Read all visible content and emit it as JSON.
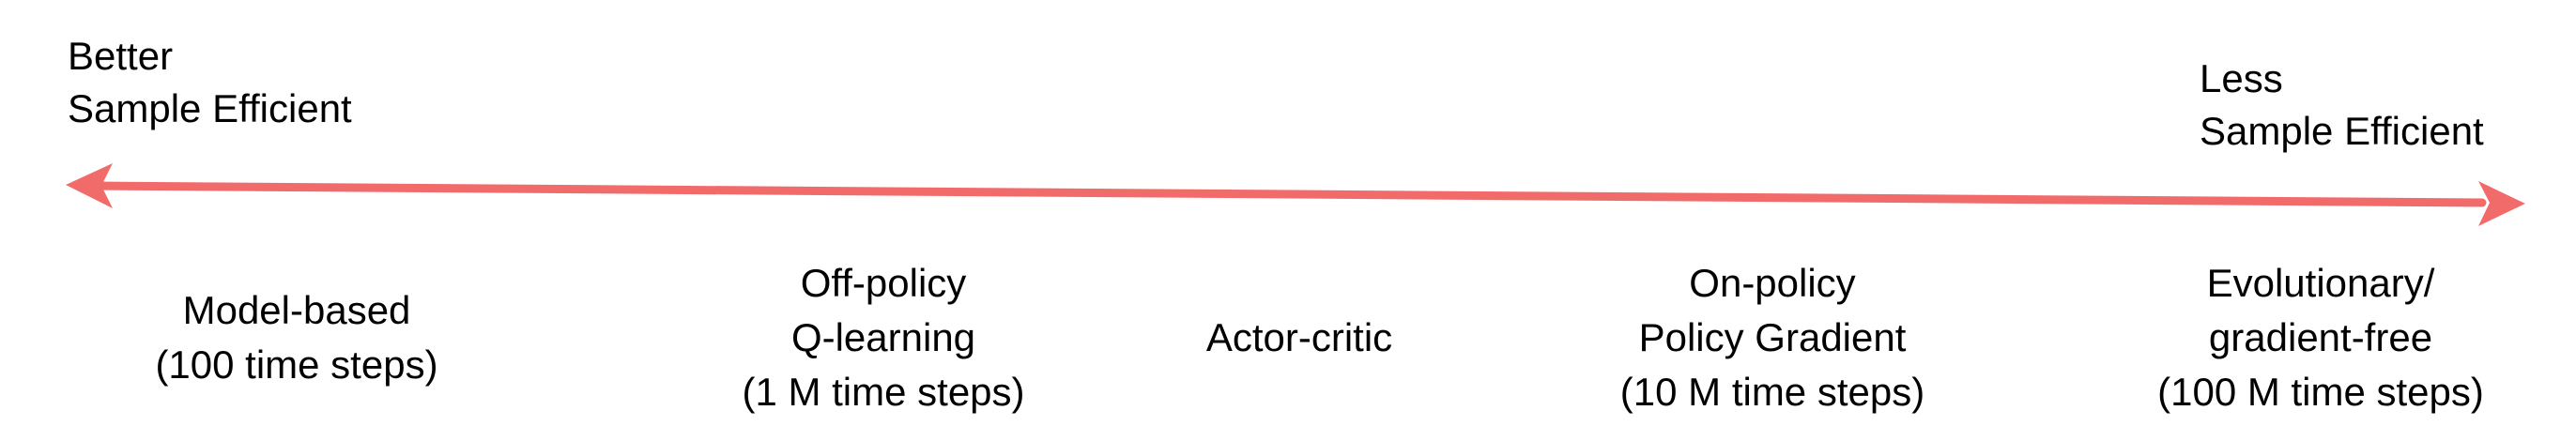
{
  "ends": {
    "left": {
      "line1": "Better",
      "line2": "Sample Efficient"
    },
    "right": {
      "line1": "Less",
      "line2": "Sample Efficient"
    }
  },
  "axis": {
    "color": "#f26b6b"
  },
  "methods": [
    {
      "line1": "Model-based",
      "line2": "(100 time steps)",
      "line3": ""
    },
    {
      "line1": "Off-policy",
      "line2": "Q-learning",
      "line3": "(1 M time steps)"
    },
    {
      "line1": "Actor-critic",
      "line2": "",
      "line3": ""
    },
    {
      "line1": "On-policy",
      "line2": "Policy Gradient",
      "line3": "(10 M time steps)"
    },
    {
      "line1": "Evolutionary/",
      "line2": "gradient-free",
      "line3": "(100 M time steps)"
    }
  ]
}
